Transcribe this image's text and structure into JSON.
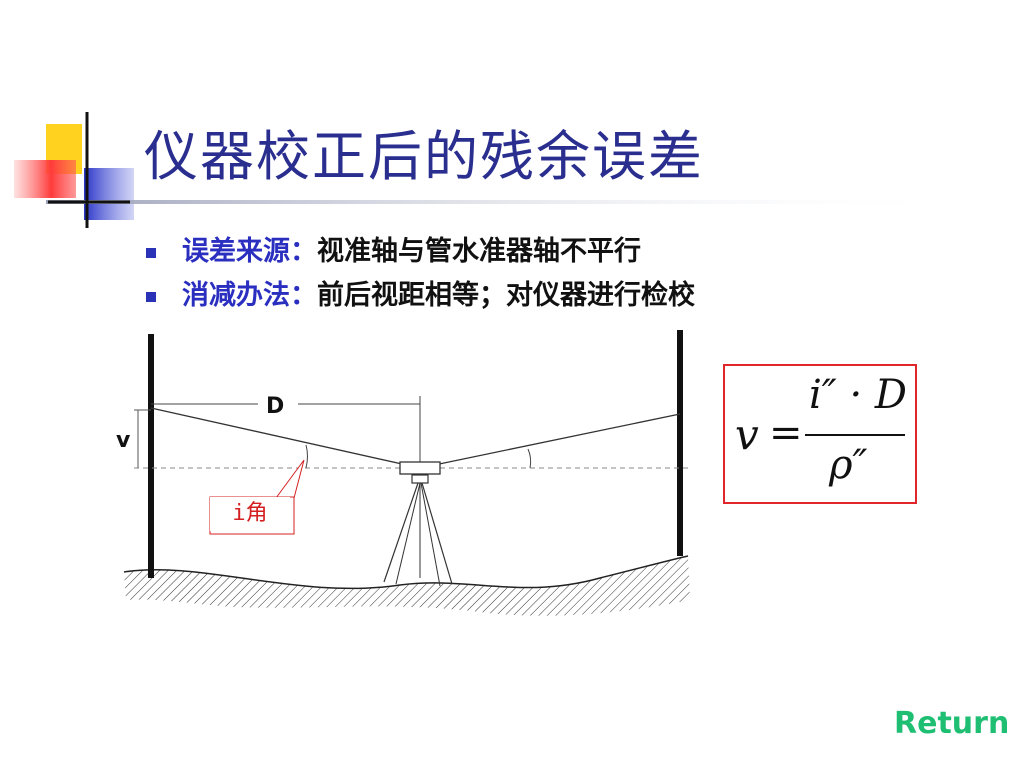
{
  "slide": {
    "title": "仪器校正后的残余误差",
    "bullets": [
      {
        "key": "误差来源：",
        "value": "视准轴与管水准器轴不平行"
      },
      {
        "key": "消减办法：",
        "value": "前后视距相等；对仪器进行检校"
      }
    ]
  },
  "diagram": {
    "distance_label": "D",
    "error_label": "v",
    "angle_callout": "i角"
  },
  "formula": {
    "lhs": "v",
    "equals": "=",
    "numerator": "i″ · D",
    "denominator": "ρ″"
  },
  "nav": {
    "return_label": "Return"
  },
  "colors": {
    "title": "#2a2f8f",
    "bullet_key": "#2a2fc0",
    "callout": "#d42020",
    "formula_border": "#e0262b",
    "return": "#1fbf73"
  }
}
